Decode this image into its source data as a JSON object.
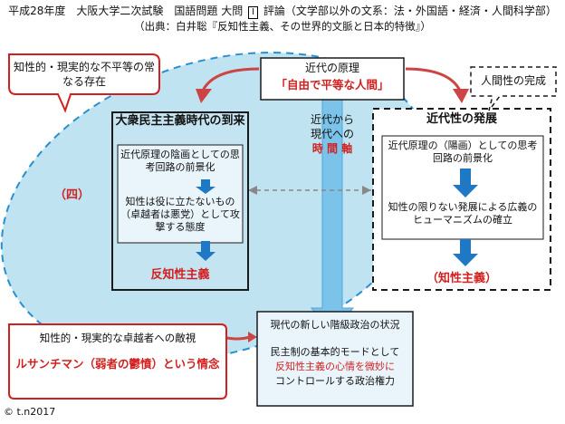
{
  "header": {
    "line1_a": "平成28年度　大阪大学二次試験　国語問題 大問",
    "line1_num": "Ⅰ",
    "line1_b": "評論（文学部以外の文系：法・外国語・経済・人間科学部）",
    "line2": "（出典：白井聡『反知性主義、その世界的文脈と日本的特徴』）"
  },
  "callouts": {
    "top_left": "知性的・現実的な不平等の常なる存在",
    "top_right": "人間性の完成",
    "bottom_left_1": "知性的・現実的な卓越者への敵視",
    "bottom_left_2": "ルサンチマン（弱者の鬱憤）という情念"
  },
  "principle": {
    "title": "近代の原理",
    "value": "「自由で平等な人間」"
  },
  "time_axis": {
    "line1": "近代から",
    "line2": "現代への",
    "line3": "時 間 軸"
  },
  "ellipse_label": "（四）",
  "mass_box": {
    "title": "大衆民主主義時代の到来",
    "inner1": "近代原理の陰画としての思考回路の前景化",
    "inner2": "知性は役に立たないもの（卓越者は悪党）として攻撃する態度",
    "result": "反知性主義"
  },
  "modern_box": {
    "title": "近代性の発展",
    "inner1": "近代原理の（陽画）としての思考回路の前景化",
    "inner2": "知性の限りない発展による広義のヒューマニズムの確立",
    "result": "（知性主義）"
  },
  "current_box": {
    "line1": "現代の新しい階級政治の状況",
    "line2": "民主制の基本的モードとして",
    "line3": "反知性主義の心情を微妙に",
    "line4": "コントロールする政治権力"
  },
  "copyright": "© t.n2017",
  "colors": {
    "ellipse_fill": "#bfe3f0",
    "arrow_blue": "#1f78c4",
    "axis_blue": "#7cc3ea",
    "accent_red": "#d21f1f",
    "callout_border": "#d21f1f"
  }
}
